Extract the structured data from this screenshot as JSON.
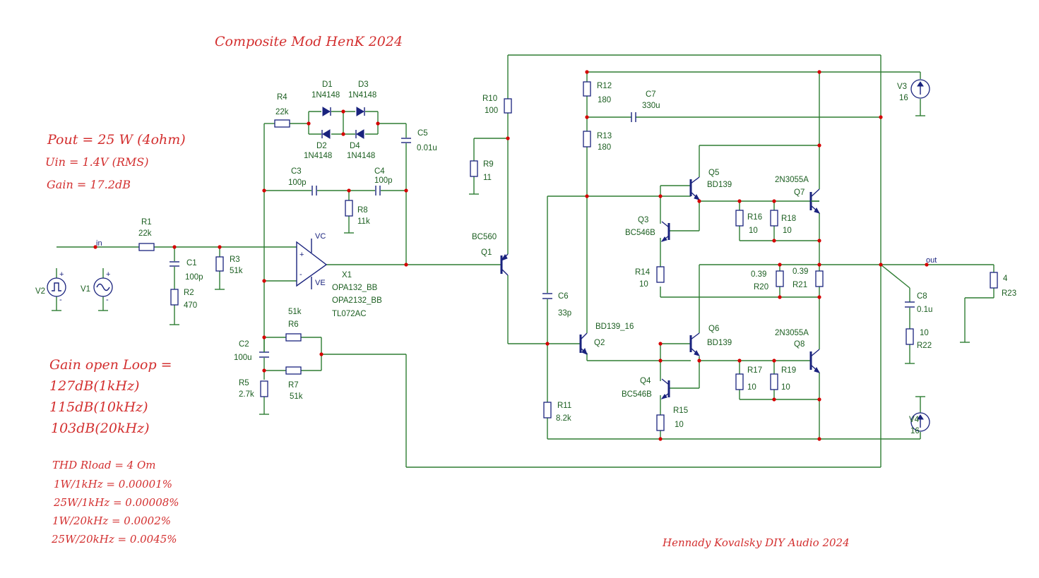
{
  "title": "Composite Mod HenK 2024",
  "specs": {
    "pout": "Pout = 25 W (4ohm)",
    "uin": "Uin = 1.4V (RMS)",
    "gain": "Gain = 17.2dB"
  },
  "open_loop": {
    "heading": "Gain open Loop =",
    "lines": [
      "127dB(1kHz)",
      "115dB(10kHz)",
      "103dB(20kHz)"
    ]
  },
  "thd": {
    "heading": "THD  Rload = 4 Om",
    "lines": [
      "1W/1kHz = 0.00001%",
      "25W/1kHz  = 0.00008%",
      "1W/20kHz = 0.0002%",
      "25W/20kHz = 0.0045%"
    ]
  },
  "author": "Hennady Kovalsky  DIY Audio 2024",
  "nets": {
    "input": "in",
    "output": "out",
    "vcc": "VC",
    "vee": "VE"
  },
  "components": {
    "R1": {
      "name": "R1",
      "value": "22k"
    },
    "R2": {
      "name": "R2",
      "value": "470"
    },
    "R3": {
      "name": "R3",
      "value": "51k"
    },
    "R4": {
      "name": "R4",
      "value": "22k"
    },
    "R5": {
      "name": "R5",
      "value": "2.7k"
    },
    "R6": {
      "name": "R6",
      "value": "51k"
    },
    "R7": {
      "name": "R7",
      "value": "51k"
    },
    "R8": {
      "name": "R8",
      "value": "11k"
    },
    "R9": {
      "name": "R9",
      "value": "11"
    },
    "R10": {
      "name": "R10",
      "value": "100"
    },
    "R11": {
      "name": "R11",
      "value": "8.2k"
    },
    "R12": {
      "name": "R12",
      "value": "180"
    },
    "R13": {
      "name": "R13",
      "value": "180"
    },
    "R14": {
      "name": "R14",
      "value": "10"
    },
    "R15": {
      "name": "R15",
      "value": "10"
    },
    "R16": {
      "name": "R16",
      "value": "10"
    },
    "R17": {
      "name": "R17",
      "value": "10"
    },
    "R18": {
      "name": "R18",
      "value": "10"
    },
    "R19": {
      "name": "R19",
      "value": "10"
    },
    "R20": {
      "name": "R20",
      "value": "0.39"
    },
    "R21": {
      "name": "R21",
      "value": "0.39"
    },
    "R22": {
      "name": "R22",
      "value": "10"
    },
    "R23": {
      "name": "R23",
      "value": "4"
    },
    "C1": {
      "name": "C1",
      "value": "100p"
    },
    "C2": {
      "name": "C2",
      "value": "100u"
    },
    "C3": {
      "name": "C3",
      "value": "100p"
    },
    "C4": {
      "name": "C4",
      "value": "100p"
    },
    "C5": {
      "name": "C5",
      "value": "0.01u"
    },
    "C6": {
      "name": "C6",
      "value": "33p"
    },
    "C7": {
      "name": "C7",
      "value": "330u"
    },
    "C8": {
      "name": "C8",
      "value": "0.1u"
    },
    "D1": {
      "name": "D1",
      "value": "1N4148"
    },
    "D2": {
      "name": "D2",
      "value": "1N4148"
    },
    "D3": {
      "name": "D3",
      "value": "1N4148"
    },
    "D4": {
      "name": "D4",
      "value": "1N4148"
    },
    "Q1": {
      "name": "Q1",
      "value": "BC560"
    },
    "Q2": {
      "name": "Q2",
      "value": "BD139_16"
    },
    "Q3": {
      "name": "Q3",
      "value": "BC546B"
    },
    "Q4": {
      "name": "Q4",
      "value": "BC546B"
    },
    "Q5": {
      "name": "Q5",
      "value": "BD139"
    },
    "Q6": {
      "name": "Q6",
      "value": "BD139"
    },
    "Q7": {
      "name": "Q7",
      "value": "2N3055A"
    },
    "Q8": {
      "name": "Q8",
      "value": "2N3055A"
    },
    "V1": {
      "name": "V1"
    },
    "V2": {
      "name": "V2"
    },
    "V3": {
      "name": "V3",
      "value": "16"
    },
    "V4": {
      "name": "V4",
      "value": "16"
    },
    "X1": {
      "name": "X1",
      "models": [
        "OPA132_BB",
        "OPA2132_BB",
        "TL072AC"
      ]
    }
  }
}
